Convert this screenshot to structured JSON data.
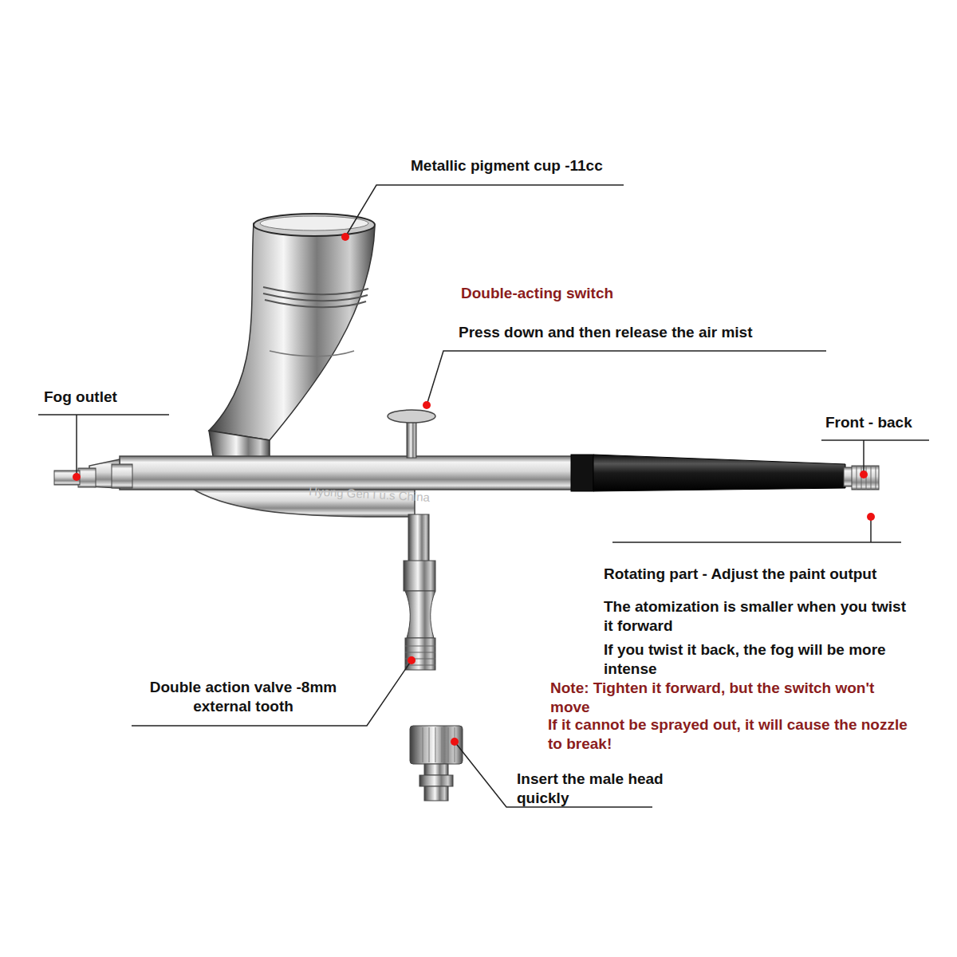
{
  "diagram": {
    "labels": [
      "Metallic pigment cup -11cc",
      "Double-acting switch",
      "Press down and then release the air mist",
      "Fog outlet",
      "Front - back",
      "Hyong Gen I u.s China",
      "Rotating part - Adjust the paint output",
      "The atomization is smaller when you twist it forward",
      "If you twist it back, the fog will be more intense",
      "Note: Tighten it forward, but the switch won't move",
      "If it cannot be sprayed out, it will cause the nozzle to break!",
      "Double action valve -8mm external tooth",
      "Insert the male head quickly"
    ]
  }
}
